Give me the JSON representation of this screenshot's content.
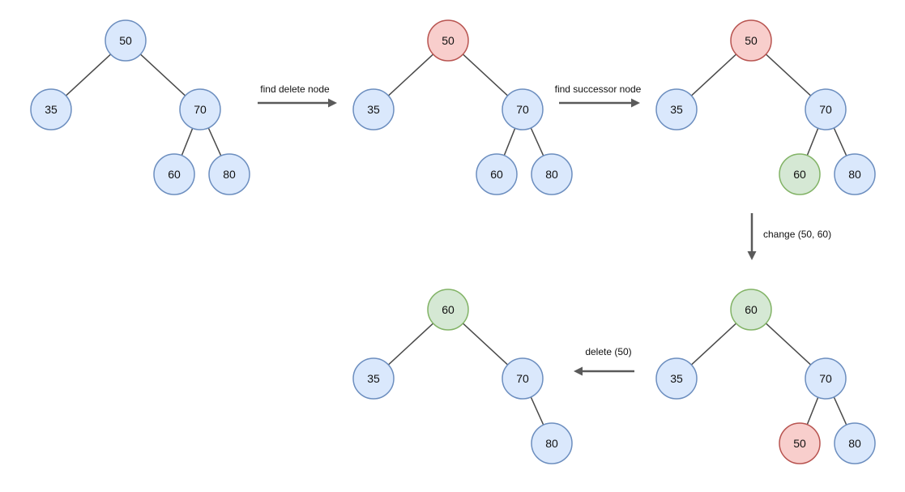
{
  "colors": {
    "normal": {
      "fill": "#dae8fc",
      "stroke": "#6c8ebf"
    },
    "delete": {
      "fill": "#f8cecc",
      "stroke": "#b85450"
    },
    "successor": {
      "fill": "#d5e8d4",
      "stroke": "#82b366"
    }
  },
  "trees": [
    {
      "id": "tree-1",
      "nodes": [
        {
          "id": "a",
          "label": "50",
          "state": "normal"
        },
        {
          "id": "b",
          "label": "35",
          "state": "normal"
        },
        {
          "id": "c",
          "label": "70",
          "state": "normal"
        },
        {
          "id": "d",
          "label": "60",
          "state": "normal"
        },
        {
          "id": "e",
          "label": "80",
          "state": "normal"
        }
      ]
    },
    {
      "id": "tree-2",
      "nodes": [
        {
          "id": "a",
          "label": "50",
          "state": "delete"
        },
        {
          "id": "b",
          "label": "35",
          "state": "normal"
        },
        {
          "id": "c",
          "label": "70",
          "state": "normal"
        },
        {
          "id": "d",
          "label": "60",
          "state": "normal"
        },
        {
          "id": "e",
          "label": "80",
          "state": "normal"
        }
      ]
    },
    {
      "id": "tree-3",
      "nodes": [
        {
          "id": "a",
          "label": "50",
          "state": "delete"
        },
        {
          "id": "b",
          "label": "35",
          "state": "normal"
        },
        {
          "id": "c",
          "label": "70",
          "state": "normal"
        },
        {
          "id": "d",
          "label": "60",
          "state": "successor"
        },
        {
          "id": "e",
          "label": "80",
          "state": "normal"
        }
      ]
    },
    {
      "id": "tree-4",
      "nodes": [
        {
          "id": "a",
          "label": "60",
          "state": "successor"
        },
        {
          "id": "b",
          "label": "35",
          "state": "normal"
        },
        {
          "id": "c",
          "label": "70",
          "state": "normal"
        },
        {
          "id": "d",
          "label": "50",
          "state": "delete"
        },
        {
          "id": "e",
          "label": "80",
          "state": "normal"
        }
      ]
    },
    {
      "id": "tree-5",
      "nodes": [
        {
          "id": "a",
          "label": "60",
          "state": "successor"
        },
        {
          "id": "b",
          "label": "35",
          "state": "normal"
        },
        {
          "id": "c",
          "label": "70",
          "state": "normal"
        },
        {
          "id": "e",
          "label": "80",
          "state": "normal"
        }
      ]
    }
  ],
  "arrows": [
    {
      "id": "arrow-1",
      "label": "find delete node"
    },
    {
      "id": "arrow-2",
      "label": "find successor node"
    },
    {
      "id": "arrow-3",
      "label": "change (50, 60)"
    },
    {
      "id": "arrow-4",
      "label": "delete (50)"
    }
  ]
}
